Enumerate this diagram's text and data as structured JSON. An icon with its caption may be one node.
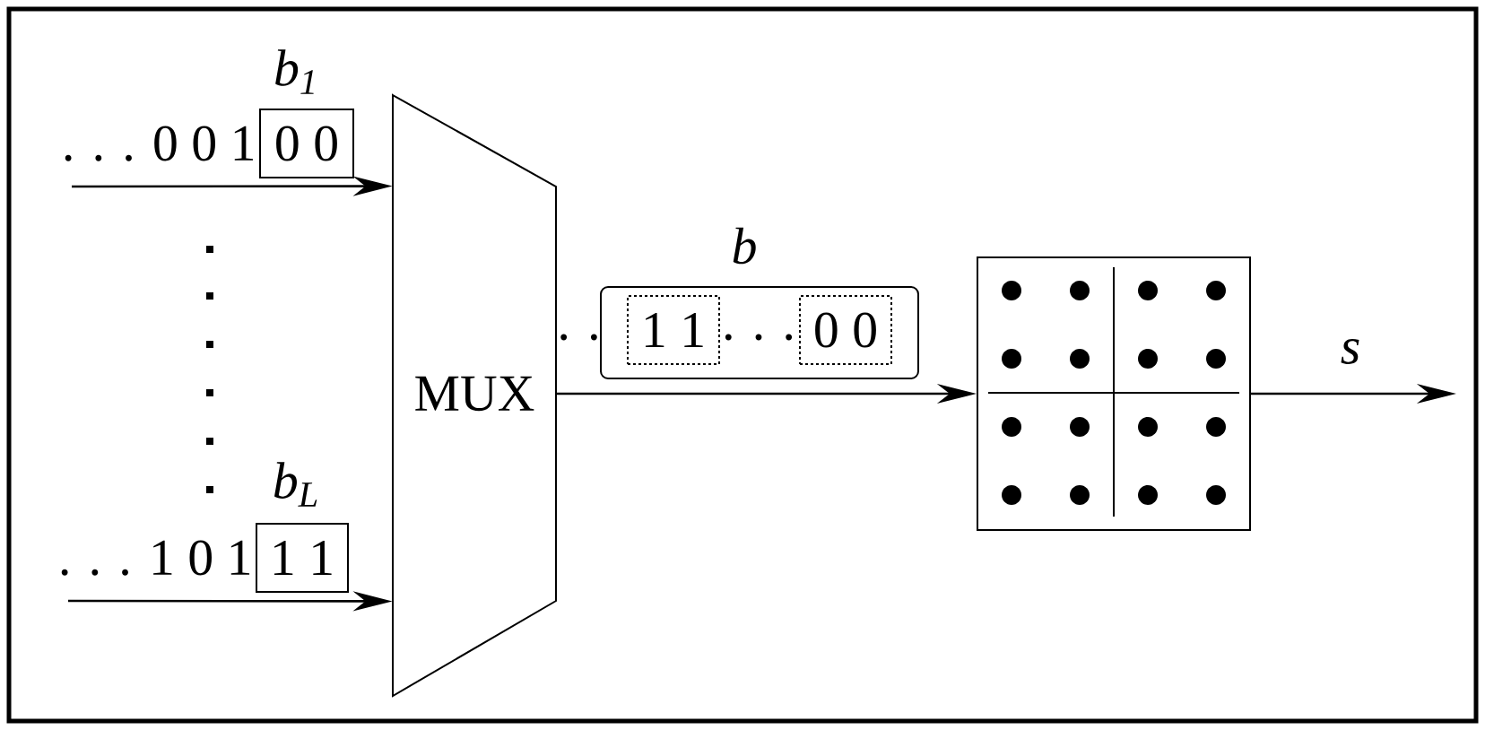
{
  "diagram": {
    "nodes": [
      {
        "text": [
          "MUX"
        ]
      },
      {
        "text": [],
        "shape": "picture"
      },
      {
        "text": [
          "b"
        ]
      },
      {
        "text": [
          "0 0"
        ],
        "beside": [
          "b$_{1}$",
          ". . . 0 0 1"
        ]
      },
      {
        "text": [
          "1 1"
        ],
        "beside": [
          "b$_{L}$",
          ". . . 1 0 1"
        ]
      },
      {
        "text": [
          "1 1"
        ],
        "in": 2
      },
      {
        "text": [
          "0 0"
        ],
        "in": 2
      }
    ],
    "edges": [
      {
        "from": null,
        "to": 0,
        "arrow": "to"
      },
      {
        "from": null,
        "to": 0,
        "arrow": "to"
      },
      {
        "from": 0,
        "to": 1,
        "arrow": "to"
      },
      {
        "from": 1,
        "to": null,
        "arrow": "to",
        "label": "s"
      }
    ],
    "labels": [
      ". .",
      ". . ."
    ]
  }
}
